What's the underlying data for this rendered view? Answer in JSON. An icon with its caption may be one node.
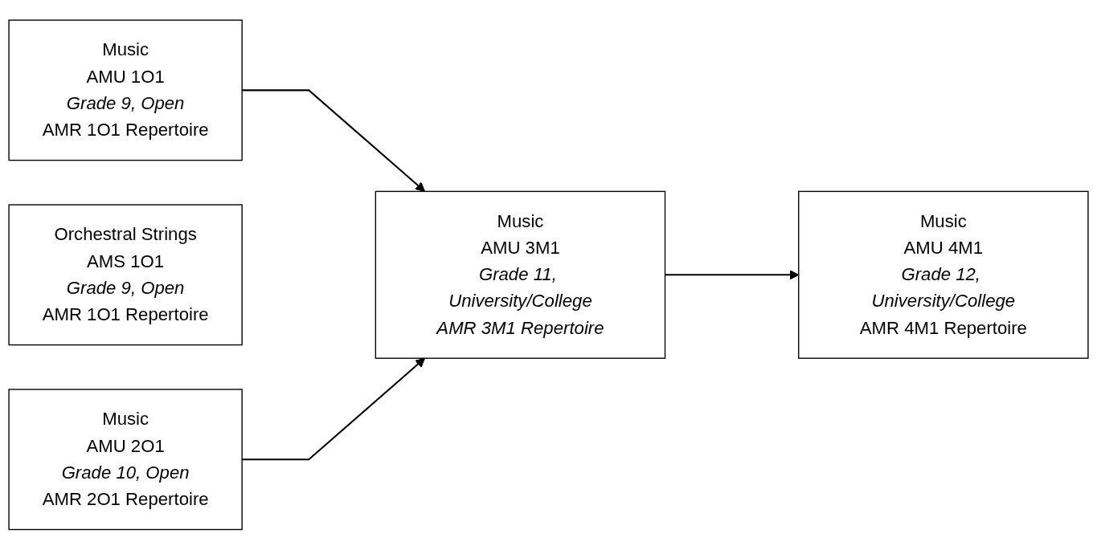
{
  "diagram": {
    "nodes": [
      {
        "text": [
          "Music",
          "AMU 1O1",
          "Grade 9, Open",
          "AMR 1O1 Repertoire"
        ]
      },
      {
        "text": [
          "Orchestral Strings",
          "AMS 1O1",
          "Grade 9, Open",
          "AMR 1O1 Repertoire"
        ]
      },
      {
        "text": [
          "Music",
          "AMU 2O1",
          "Grade 10, Open",
          "AMR 2O1 Repertoire"
        ]
      },
      {
        "text": [
          "Music",
          "AMU 3M1",
          "Grade 11, University/College",
          "AMR 3M1 Repertoire"
        ]
      },
      {
        "text": [
          "Music",
          "AMU 4M1",
          "Grade 12, University/College",
          "AMR 4M1 Repertoire"
        ]
      }
    ],
    "edges": [
      {
        "from": 0,
        "to": 3,
        "arrow": "to"
      },
      {
        "from": 2,
        "to": 3,
        "arrow": "to"
      },
      {
        "from": 3,
        "to": 4,
        "arrow": "to"
      }
    ]
  }
}
